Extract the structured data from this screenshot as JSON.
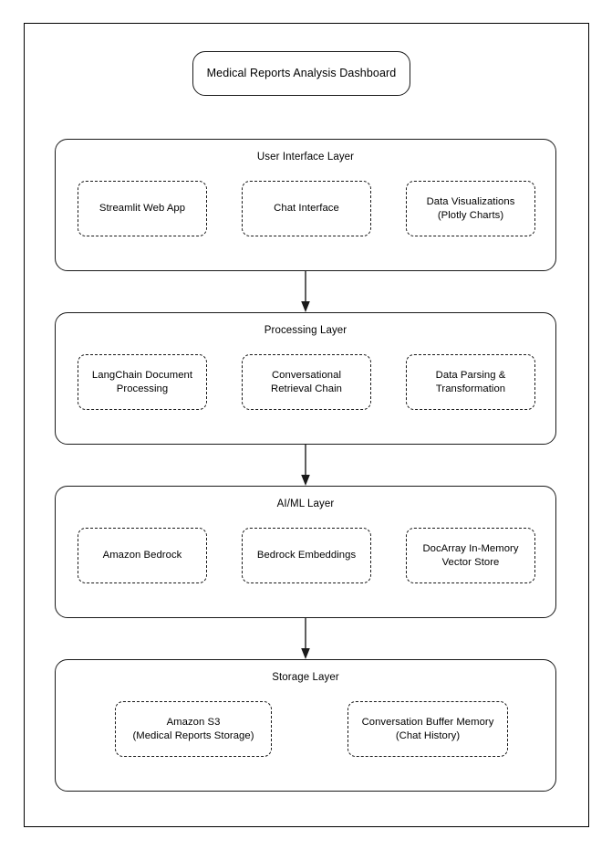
{
  "diagram": {
    "title_box": {
      "label": "Medical Reports Analysis Dashboard"
    },
    "layers": [
      {
        "id": "user-interface-layer",
        "title": "User Interface Layer",
        "components": [
          {
            "id": "streamlit-web-app",
            "label": "Streamlit Web App"
          },
          {
            "id": "chat-interface",
            "label": "Chat Interface"
          },
          {
            "id": "data-visualizations",
            "label": "Data Visualizations\n(Plotly Charts)"
          }
        ]
      },
      {
        "id": "processing-layer",
        "title": "Processing Layer",
        "components": [
          {
            "id": "langchain-document-processing",
            "label": "LangChain Document\nProcessing"
          },
          {
            "id": "conversational-retrieval-chain",
            "label": "Conversational\nRetrieval Chain"
          },
          {
            "id": "data-parsing-transformation",
            "label": "Data Parsing &\nTransformation"
          }
        ]
      },
      {
        "id": "ai-ml-layer",
        "title": "AI/ML Layer",
        "components": [
          {
            "id": "amazon-bedrock",
            "label": "Amazon Bedrock"
          },
          {
            "id": "bedrock-embeddings",
            "label": "Bedrock Embeddings"
          },
          {
            "id": "docarray-in-memory-vector-store",
            "label": "DocArray In-Memory\nVector Store"
          }
        ]
      },
      {
        "id": "storage-layer",
        "title": "Storage Layer",
        "components": [
          {
            "id": "amazon-s3",
            "label": "Amazon S3\n(Medical Reports Storage)"
          },
          {
            "id": "conversation-buffer-memory",
            "label": "Conversation Buffer Memory\n(Chat History)"
          }
        ]
      }
    ],
    "connectors": [
      {
        "id": "connector-ui-to-processing",
        "from": "user-interface-layer",
        "to": "processing-layer"
      },
      {
        "id": "connector-processing-to-aiml",
        "from": "processing-layer",
        "to": "ai-ml-layer"
      },
      {
        "id": "connector-aiml-to-storage",
        "from": "ai-ml-layer",
        "to": "storage-layer"
      }
    ],
    "colors": {
      "stroke": "#1a1a1a",
      "background": "#ffffff",
      "text": "#000000"
    }
  }
}
